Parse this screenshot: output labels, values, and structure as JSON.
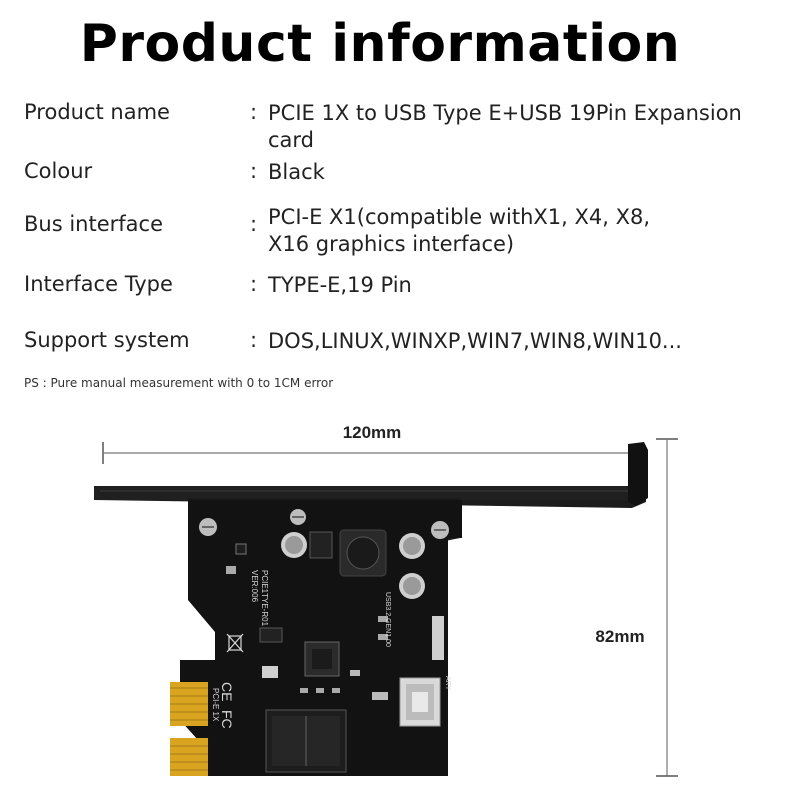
{
  "title": "Product information",
  "specs": [
    {
      "label": "Product name",
      "colon": ":",
      "value": "PCIE 1X to USB Type E+USB 19Pin Expansion card"
    },
    {
      "label": "Colour",
      "colon": ":",
      "value": "Black"
    },
    {
      "label": "Bus interface",
      "colon": ":",
      "value": "PCI-E X1(compatible withX1, X4, X8,\nX16 graphics interface)"
    },
    {
      "label": "Interface Type",
      "colon": ":",
      "value": "TYPE-E,19 Pin"
    },
    {
      "label": "Support system",
      "colon": ":",
      "value": "DOS,LINUX,WINXP,WIN7,WIN8,WIN10..."
    }
  ],
  "note": "PS : Pure manual measurement with 0 to 1CM error",
  "dimensions": {
    "width": "120mm",
    "height": "82mm"
  },
  "board": {
    "silk_model": "PCIE1TYE-R01",
    "silk_ver": "VER:006",
    "silk_usb": "USB3.2 GEN1 00",
    "silk_pcie": "PCI-E 1X",
    "silk_side": "ARY"
  },
  "colors": {
    "board": "#121212",
    "bracket": "#1c1c1c",
    "gold": "#d9a521",
    "silk": "#d8d8d8"
  }
}
